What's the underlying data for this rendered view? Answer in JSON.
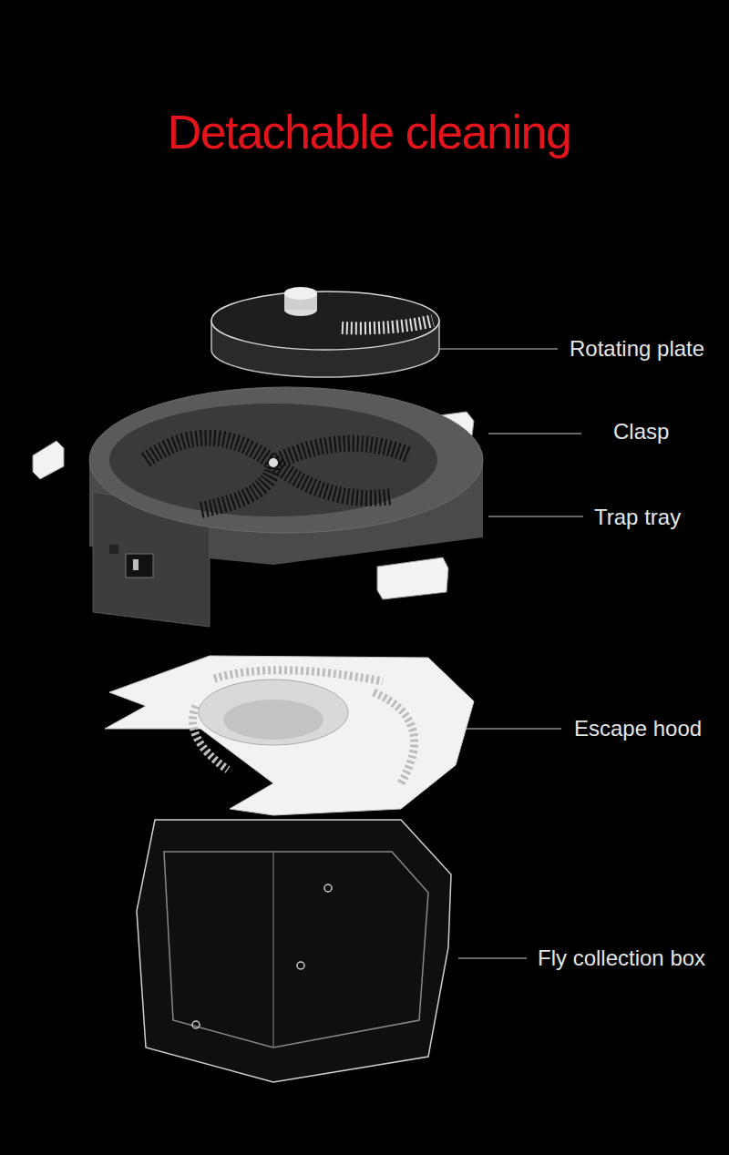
{
  "diagram": {
    "title": "Detachable cleaning",
    "labels": [
      "Rotating plate",
      "Clasp",
      "Trap tray",
      "Escape hood",
      "Fly collection box"
    ]
  }
}
